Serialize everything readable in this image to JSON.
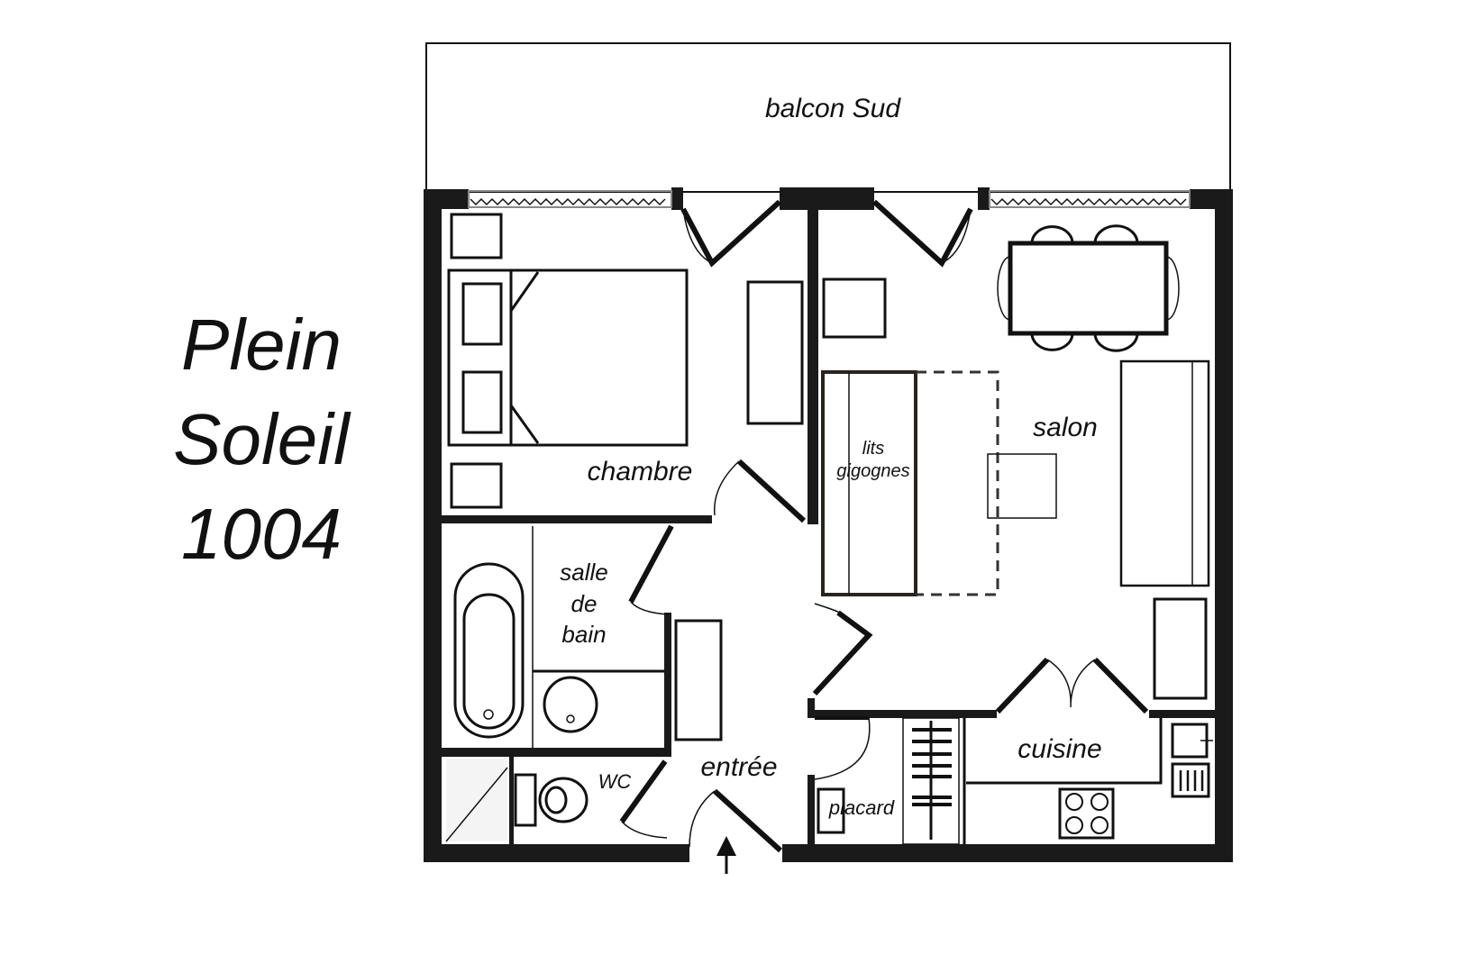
{
  "title": {
    "line1": "Plein",
    "line2": "Soleil",
    "line3": "1004"
  },
  "rooms": {
    "balcony": "balcon  Sud",
    "bedroom": "chambre",
    "living": "salon",
    "bunk_beds_line1": "lits",
    "bunk_beds_line2": "gigognes",
    "bathroom_line1": "salle",
    "bathroom_line2": "de",
    "bathroom_line3": "bain",
    "wc": "WC",
    "entrance": "entrée",
    "kitchen": "cuisine",
    "closet": "placard"
  }
}
